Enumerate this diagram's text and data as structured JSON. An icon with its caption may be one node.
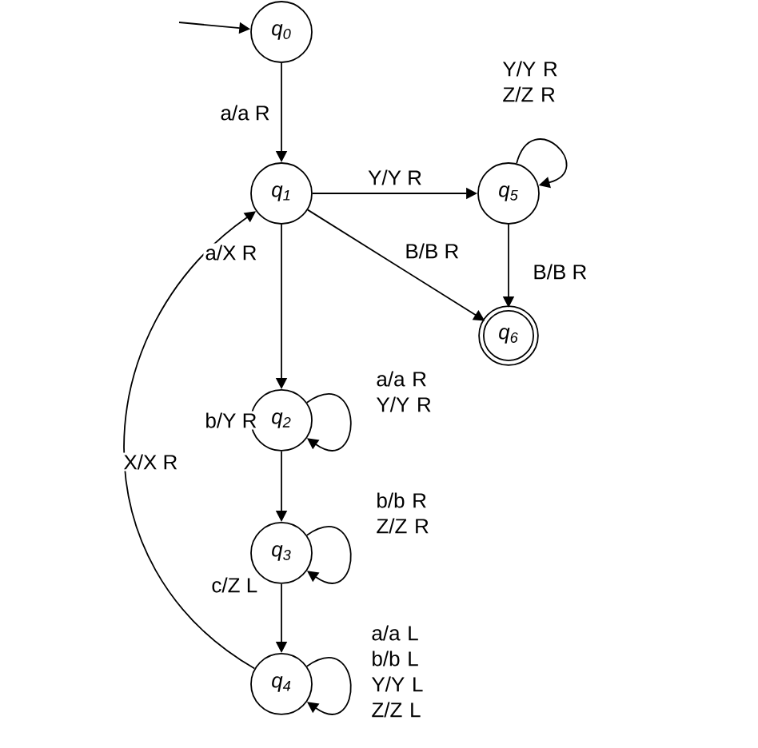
{
  "diagram": {
    "nodes": [
      {
        "text": [
          "q$_{0}$"
        ]
      },
      {
        "text": [
          "q$_{1}$"
        ]
      },
      {
        "text": [
          "q$_{2}$"
        ]
      },
      {
        "text": [
          "q$_{3}$"
        ]
      },
      {
        "text": [
          "q$_{4}$"
        ]
      },
      {
        "text": [
          "q$_{5}$"
        ]
      },
      {
        "text": [
          "q$_{6}$"
        ]
      }
    ],
    "edges": [
      {
        "from": null,
        "to": 0,
        "arrow": "to"
      },
      {
        "from": 0,
        "to": 1,
        "arrow": "to",
        "label": "a/a R"
      },
      {
        "from": 1,
        "to": 5,
        "arrow": "to",
        "label": "Y/Y R"
      },
      {
        "from": 5,
        "to": 5,
        "arrow": "to",
        "label": "Y/Y R Z/Z R"
      },
      {
        "from": 1,
        "to": 6,
        "arrow": "to",
        "label": "B/B R"
      },
      {
        "from": 5,
        "to": 6,
        "arrow": "to",
        "label": "B/B R"
      },
      {
        "from": 1,
        "to": 2,
        "arrow": "to",
        "label": "a/X R"
      },
      {
        "from": 2,
        "to": 2,
        "arrow": "to",
        "label": "a/a R Y/Y R"
      },
      {
        "from": 2,
        "to": 3,
        "arrow": "to",
        "label": "b/Y R"
      },
      {
        "from": 3,
        "to": 3,
        "arrow": "to",
        "label": "b/b R Z/Z R"
      },
      {
        "from": 3,
        "to": 4,
        "arrow": "to",
        "label": "c/Z L"
      },
      {
        "from": 4,
        "to": 4,
        "arrow": "to",
        "label": "a/a L b/b L Y/Y L Z/Z L"
      },
      {
        "from": 4,
        "to": 1,
        "arrow": "to",
        "label": "X/X R"
      }
    ]
  }
}
